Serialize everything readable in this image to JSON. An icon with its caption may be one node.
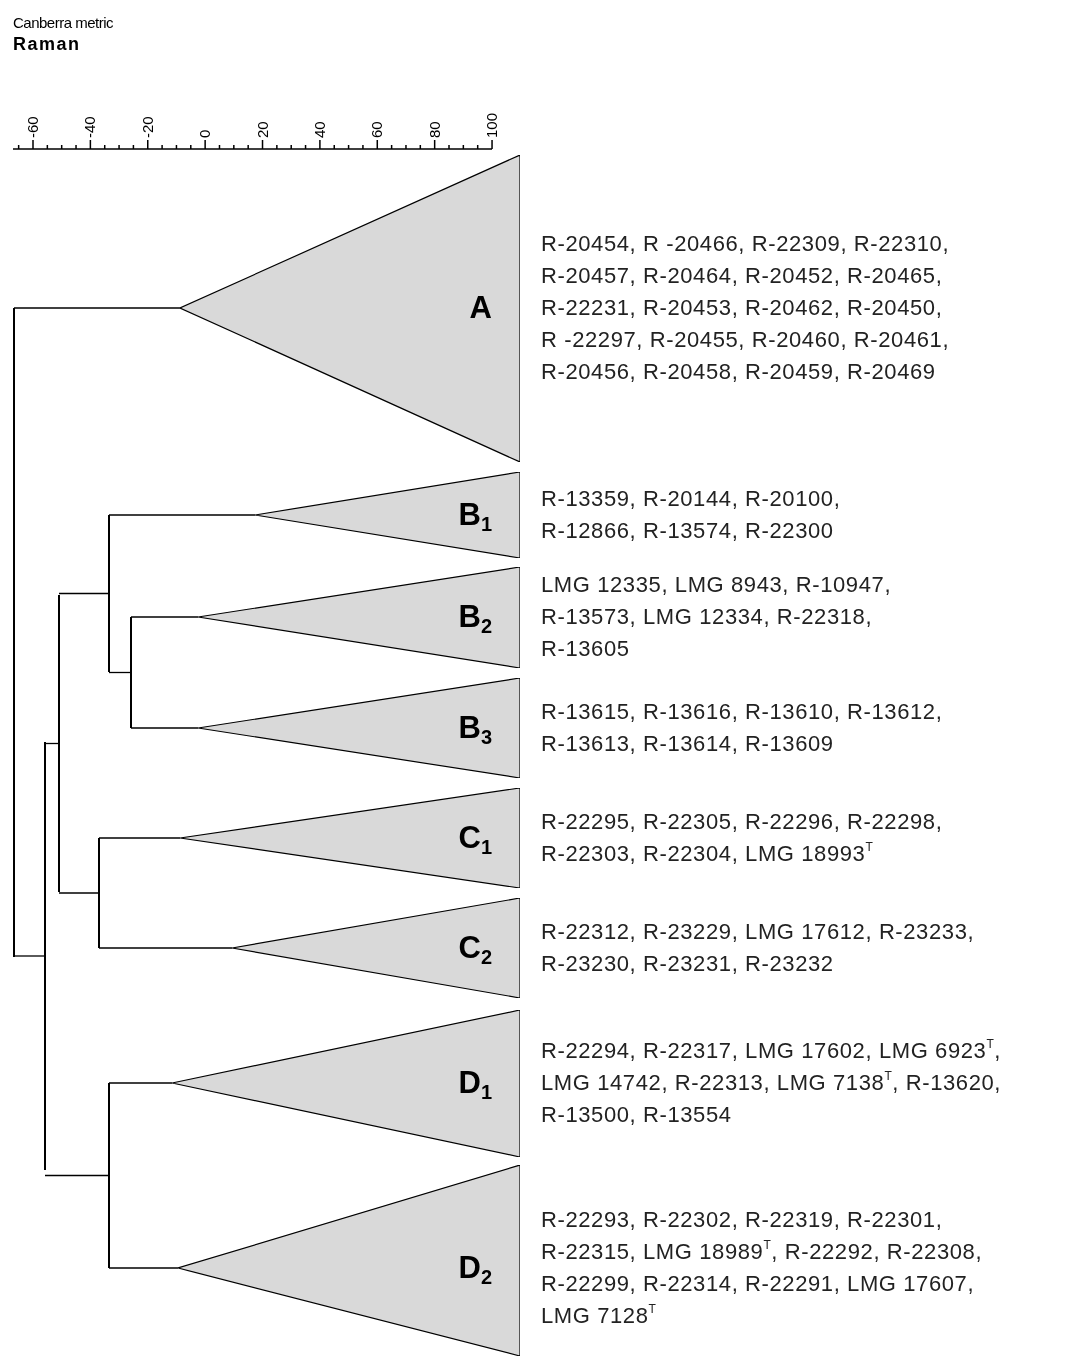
{
  "diagram": {
    "title": "Raman",
    "nodes": [
      {
        "text": [
          "A"
        ],
        "beside": [
          "R-20454, R -20466, R-22309, R-22310, R-20457, R-20464, R-20452, R-20465, R-22231, R-20453, R-20462, R-20450, R -22297, R-20455, R-20460, R-20461, R-20456, R-20458, R-20459, R-20469"
        ]
      },
      {
        "text": [
          "B$_{1}$"
        ],
        "beside": [
          "R-13359, R-20144, R-20100, R-12866,  R-13574, R-22300"
        ]
      },
      {
        "text": [
          "B$_{2}$"
        ],
        "beside": [
          "LMG 12335, LMG 8943, R-10947, R-13573, LMG 12334, R-22318, R-13605"
        ]
      },
      {
        "text": [
          "B$_{3}$"
        ],
        "beside": [
          "R-13615, R-13616, R-13610, R-13612, R-13613, R-13614, R-13609"
        ]
      },
      {
        "text": [
          "C$_{1}$"
        ],
        "beside": [
          "R-22295, R-22305, R-22296, R-22298, R-22303, R-22304, LMG 18993$^{T}$"
        ]
      },
      {
        "text": [
          "C$_{2}$"
        ],
        "beside": [
          "R-22312, R-23229, LMG 17612, R-23233, R-23230, R-23231, R-23232"
        ]
      },
      {
        "text": [
          "D$_{1}$"
        ],
        "beside": [
          "R-22294, R-22317, LMG 17602, LMG 6923$^{T}$, LMG 14742, R-22313, LMG 7138$^{T}$, R-13620, R-13500, R-13554"
        ]
      },
      {
        "text": [
          "D$_{2}$"
        ],
        "beside": [
          "R-22293, R-22302, R-22319, R-22301, R-22315, LMG 18989$^{T}$, R-22292, R-22308, R-22299, R-22314, R-22291, LMG 17607, LMG 7128$^{T}$"
        ]
      },
      {
        "text": [],
        "shape": "bar"
      },
      {
        "text": [],
        "shape": "bar"
      },
      {
        "text": [],
        "shape": "bar"
      },
      {
        "text": [],
        "shape": "bar"
      },
      {
        "text": [],
        "shape": "bar"
      },
      {
        "text": [],
        "shape": "bar"
      },
      {
        "text": [],
        "shape": "bar"
      }
    ],
    "edges": [
      {
        "from": 8,
        "to": 0,
        "arrow": "none"
      },
      {
        "from": 8,
        "to": 9,
        "arrow": "none"
      },
      {
        "from": 9,
        "to": 10,
        "arrow": "none"
      },
      {
        "from": 9,
        "to": 13,
        "arrow": "none"
      },
      {
        "from": 10,
        "to": 12,
        "arrow": "none"
      },
      {
        "from": 10,
        "to": 11,
        "arrow": "none"
      },
      {
        "from": 12,
        "to": 1,
        "arrow": "none"
      },
      {
        "from": 12,
        "to": 14,
        "arrow": "none"
      },
      {
        "from": 14,
        "to": 2,
        "arrow": "none"
      },
      {
        "from": 14,
        "to": 3,
        "arrow": "none"
      },
      {
        "from": 11,
        "to": 4,
        "arrow": "none"
      },
      {
        "from": 11,
        "to": 5,
        "arrow": "none"
      },
      {
        "from": 13,
        "to": 6,
        "arrow": "none"
      },
      {
        "from": 13,
        "to": 7,
        "arrow": "none"
      }
    ],
    "labels": [
      "Canberra metric",
      "-60",
      "-40",
      "-20",
      "0",
      "20",
      "40",
      "60",
      "80",
      "100"
    ]
  }
}
